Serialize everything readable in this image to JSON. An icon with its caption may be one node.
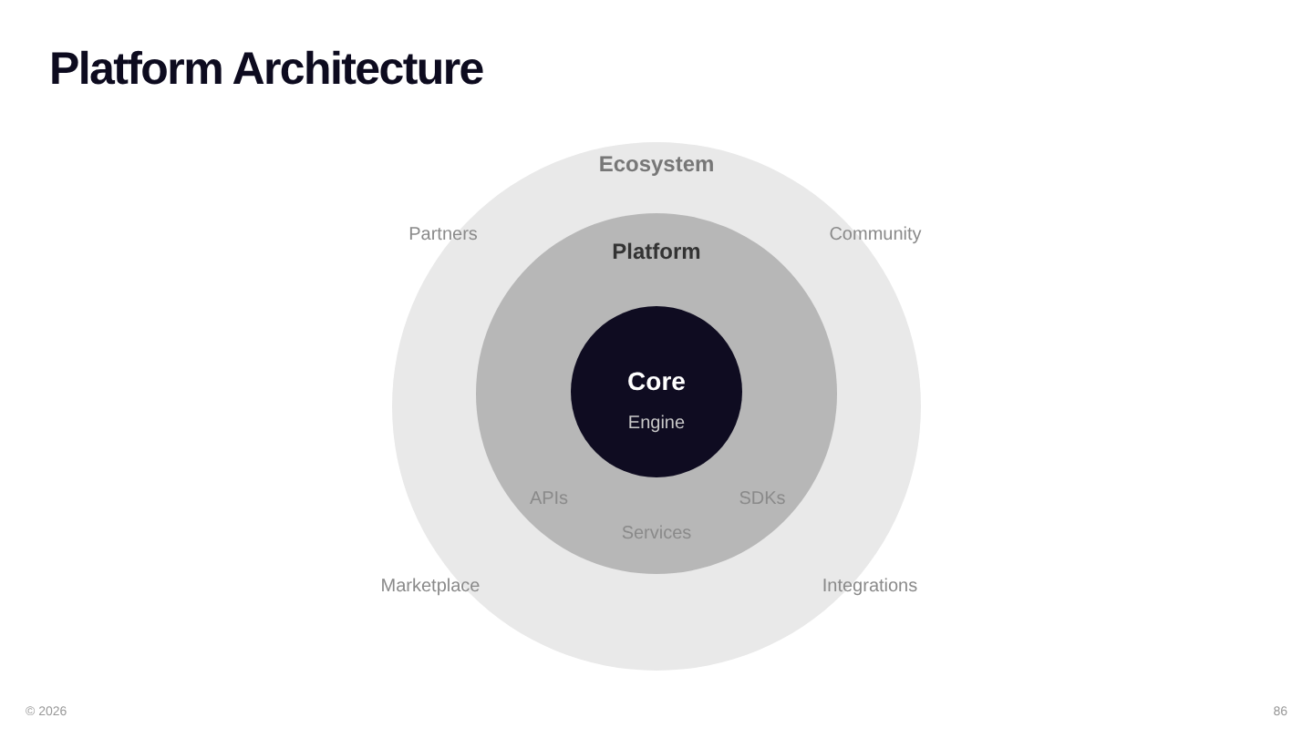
{
  "diagram": {
    "title": "Platform Architecture",
    "nodes": [
      {
        "text": [
          "Ecosystem"
        ]
      },
      {
        "text": [
          "Platform"
        ],
        "in": 0
      },
      {
        "text": [
          "Core",
          "Engine"
        ],
        "in": 1
      }
    ],
    "labels": [
      "Partners",
      "Community",
      "APIs",
      "SDKs",
      "Services",
      "Marketplace",
      "Integrations",
      "© 2026",
      "86"
    ]
  }
}
